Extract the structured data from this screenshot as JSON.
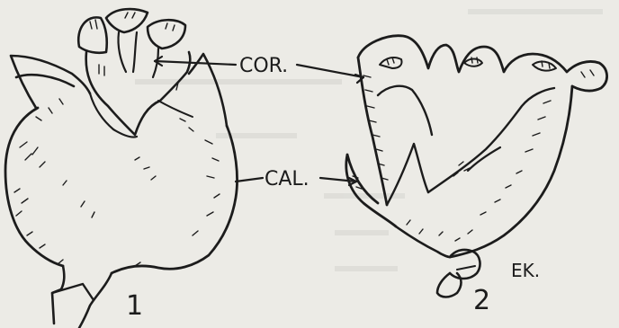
{
  "labels": {
    "corolla": "COR.",
    "calyx": "CAL.",
    "figure_1": "1",
    "figure_2": "2",
    "signature": "EK."
  },
  "colors": {
    "paper": "#ecebe6",
    "ink": "#1c1c1c",
    "bleed_through_text": "#c7c6c0"
  }
}
